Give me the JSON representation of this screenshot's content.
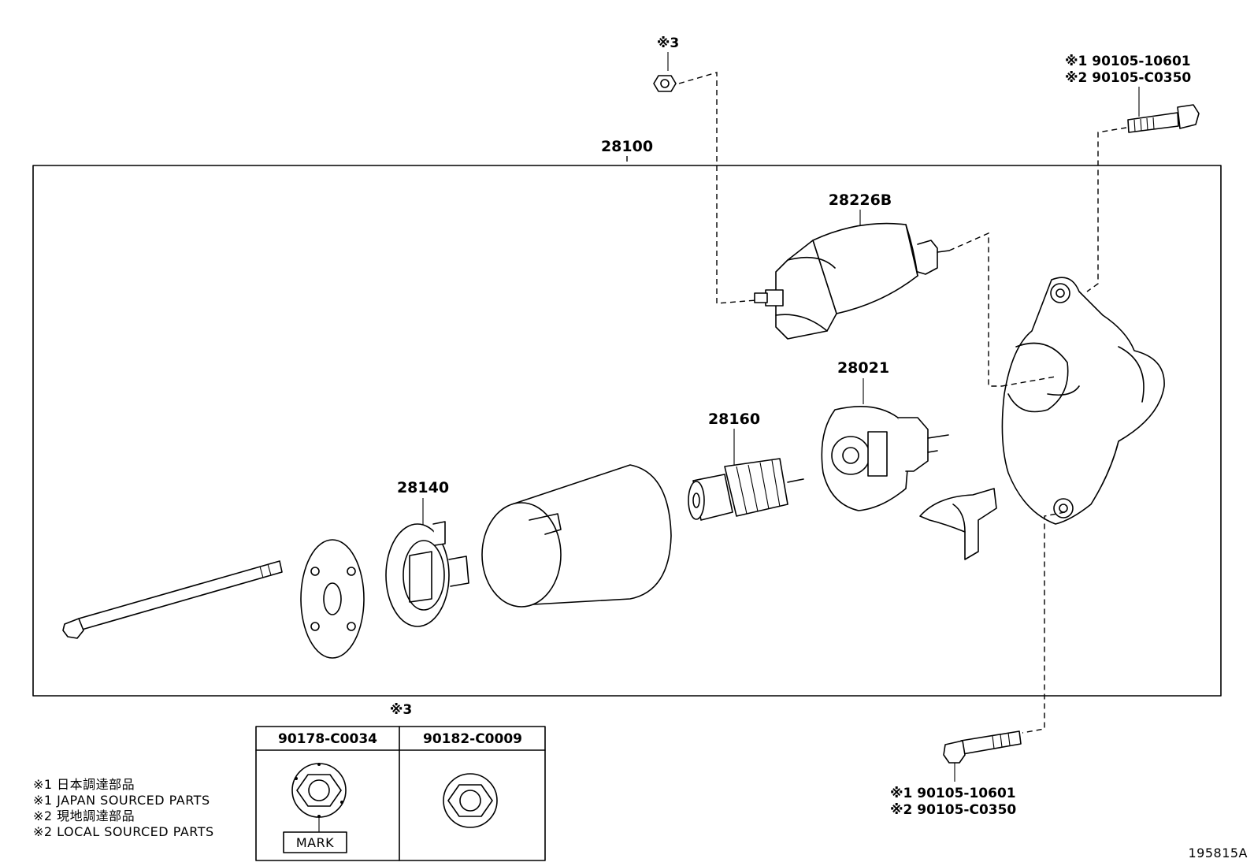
{
  "assembly": {
    "label": "28100"
  },
  "parts": {
    "solenoid": "28226B",
    "drive_housing_inner": "28021",
    "armature": "28160",
    "brush_holder": "28140"
  },
  "fasteners": {
    "top_nut_ref": "※3",
    "top_bolt_line1": "※1 90105-10601",
    "top_bolt_line2": "※2 90105-C0350",
    "bottom_bolt_line1": "※1 90105-10601",
    "bottom_bolt_line2": "※2 90105-C0350"
  },
  "nut_table": {
    "ref": "※3",
    "col1": "90178-C0034",
    "col2": "90182-C0009",
    "mark_label": "MARK"
  },
  "legend": [
    "※1  日本調達部品",
    "※1  JAPAN SOURCED PARTS",
    "※2  現地調達部品",
    "※2  LOCAL SOURCED PARTS"
  ],
  "diagram_id": "195815A"
}
